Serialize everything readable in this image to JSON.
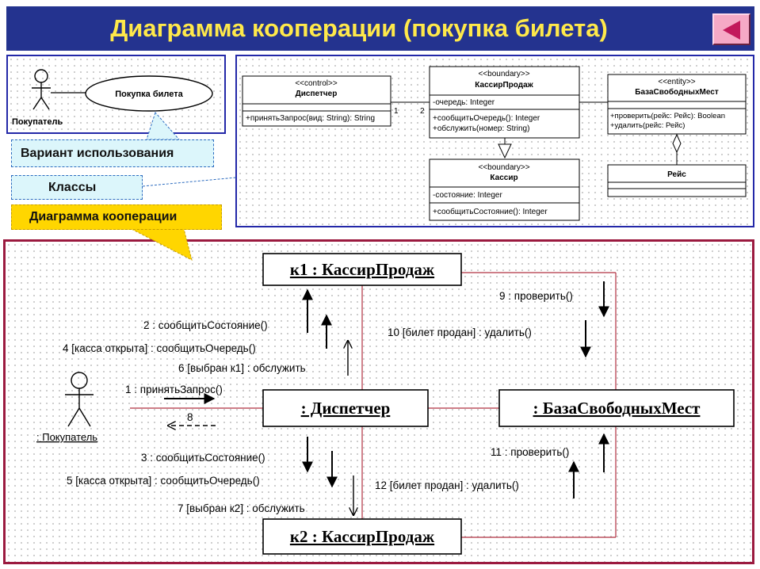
{
  "header": {
    "title": "Диаграмма кооперации (покупка билета)",
    "back_icon": "triangle-left-icon"
  },
  "use_case": {
    "actor": "Покупатель",
    "usecase": "Покупка билета"
  },
  "callouts": {
    "usecase": "Вариант использования",
    "classes": "Классы",
    "collaboration": "Диаграмма кооперации"
  },
  "class_diagram": {
    "classes": [
      {
        "stereotype": "<<control>>",
        "name": "Диспетчер",
        "attributes": [],
        "operations": [
          "+принятьЗапрос(вид: String): String"
        ]
      },
      {
        "stereotype": "<<boundary>>",
        "name": "КассирПродаж",
        "attributes": [
          "-очередь: Integer"
        ],
        "operations": [
          "+сообщитьОчередь(): Integer",
          "+обслужить(номер: String)"
        ]
      },
      {
        "stereotype": "<<entity>>",
        "name": "БазаСвободныхМест",
        "attributes": [],
        "operations": [
          "+проверить(рейс: Рейс): Boolean",
          "+удалить(рейс: Рейс)"
        ]
      },
      {
        "stereotype": "<<boundary>>",
        "name": "Кассир",
        "attributes": [
          "-состояние: Integer"
        ],
        "operations": [
          "+сообщитьСостояние(): Integer"
        ]
      },
      {
        "stereotype": "",
        "name": "Рейс",
        "attributes": [],
        "operations": []
      }
    ],
    "multiplicities": [
      "1",
      "2"
    ]
  },
  "collaboration": {
    "objects": {
      "k1": "к1 : КассирПродаж",
      "dispatcher": ": Диспетчер",
      "db": ": БазаСвободныхМест",
      "k2": "к2 : КассирПродаж"
    },
    "actor": ": Покупатель",
    "messages": [
      "1 : принятьЗапрос()",
      "2 : сообщитьСостояние()",
      "3 : сообщитьСостояние()",
      "4 [касса открыта] : сообщитьОчередь()",
      "5 [касса открыта] : сообщитьОчередь()",
      "6 [выбран к1] : обслужить",
      "7 [выбран к2] : обслужить",
      "8",
      "9 : проверить()",
      "10 [билет продан] : удалить()",
      "11 : проверить()",
      "12 [билет продан] : удалить()"
    ]
  }
}
